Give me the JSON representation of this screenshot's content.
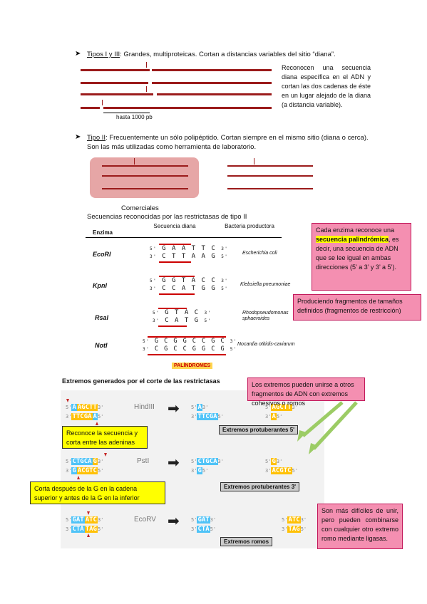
{
  "section1": {
    "bullet": "➤",
    "title": "Tipos I y III",
    "text": ": Grandes, multiproteicas. Cortan a distancias variables del sitio “diana”.",
    "desc": "Reconocen una secuencia diana específica en el ADN y cortan las dos cadenas de éste en un lugar alejado de la diana (a distancia variable).",
    "hasta": "hasta 1000 pb"
  },
  "section2": {
    "bullet": "➤",
    "title": "Tipo II",
    "text": ": Frecuentemente un sólo polipéptido. Cortan siempre en el mismo sitio (diana o cerca). Son las más utilizadas como herramienta de laboratorio.",
    "comerciales": "Comerciales"
  },
  "table": {
    "caption": "Secuencias reconocidas por las restrictasas de tipo II",
    "headers": [
      "Enzima",
      "Secuencia diana",
      "Bacteria productora"
    ],
    "rows": [
      {
        "enzyme": "EcoRI",
        "top": "G A A T T C",
        "bottom": "C T T A A G",
        "bacteria": "Escherichia coli"
      },
      {
        "enzyme": "KpnI",
        "top": "G G T A C C",
        "bottom": "C C A T G G",
        "bacteria": "Klebsiella pneumoniae"
      },
      {
        "enzyme": "RsaI",
        "top": "G T A C",
        "bottom": "C A T G",
        "bacteria": "Rhodopseudomonas sphaeroides"
      },
      {
        "enzyme": "NotI",
        "top": "G C G G C C G C",
        "bottom": "C G C C G G C G",
        "bacteria": "Nocardia otitidis-caviarum"
      }
    ],
    "palindromes": "PALÍNDROMES"
  },
  "box_palindromic": {
    "pre": "Cada enzima reconoce una ",
    "highlight": "secuencia palindrómica",
    "post": ", es decir, una secuencia de ADN que se lee igual en ambas direcciones (5’ a 3’ y 3’ a 5’)."
  },
  "box_fragments": "Produciendo fragmentos de tamaños definidos (fragmentos de restricción)",
  "extremos": {
    "title": "Extremos generados por el corte de las restrictasas",
    "box_union": "Los extremos pueden unirse a otros fragmentos de ADN con extremos cohesivos o romos",
    "box_adeninas": "Reconoce la secuencia y corta entre las adeninas",
    "box_g": "Corta después de la G en la cadena superior y antes de la G en la inferior",
    "box_romos": "Son más difíciles de unir, pero pueden combinarse con cualquier otro extremo romo mediante ligasas.",
    "enzymes": [
      "HindIII",
      "PstI",
      "EcoRV"
    ],
    "labels": [
      "Extremos protuberantes 5'",
      "Extremos protuberantes 3'",
      "Extremos romos"
    ],
    "p5": "5'",
    "p3": "3'"
  }
}
